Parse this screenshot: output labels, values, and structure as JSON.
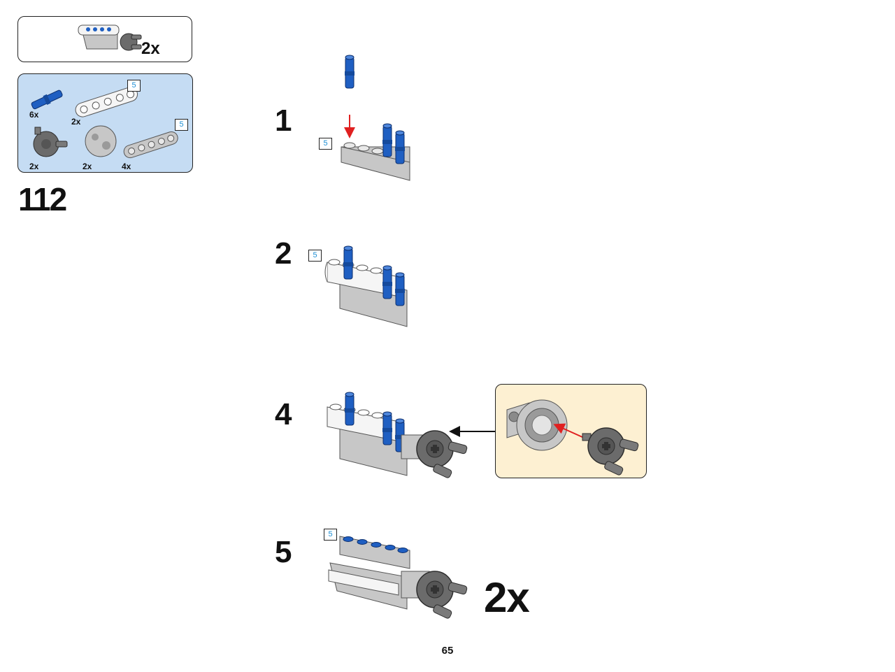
{
  "submodel": {
    "multiplier": "2x"
  },
  "parts_list": [
    {
      "qty": "6x",
      "icon": "blue-axle-pin-icon"
    },
    {
      "qty": "2x",
      "icon": "white-beam-5-icon",
      "length": "5"
    },
    {
      "qty": "2x",
      "icon": "dark-gray-hub-icon"
    },
    {
      "qty": "2x",
      "icon": "light-gray-cross-block-icon"
    },
    {
      "qty": "4x",
      "icon": "light-gray-beam-5-icon",
      "length": "5"
    }
  ],
  "build_number": "112",
  "steps": [
    {
      "number": "1",
      "length": "5"
    },
    {
      "number": "2",
      "length": "5"
    },
    {
      "number": "4"
    },
    {
      "number": "5",
      "length": "5",
      "multiplier": "2x"
    }
  ],
  "page_number": "65",
  "colors": {
    "parts_bg": "#c5dcf3",
    "callout_bg": "#fdf0d2",
    "blue_pin": "#1f5fc2",
    "arrow_red": "#e02020",
    "beam_gray": "#c7c7c7",
    "dark_gray": "#6b6b6b"
  }
}
